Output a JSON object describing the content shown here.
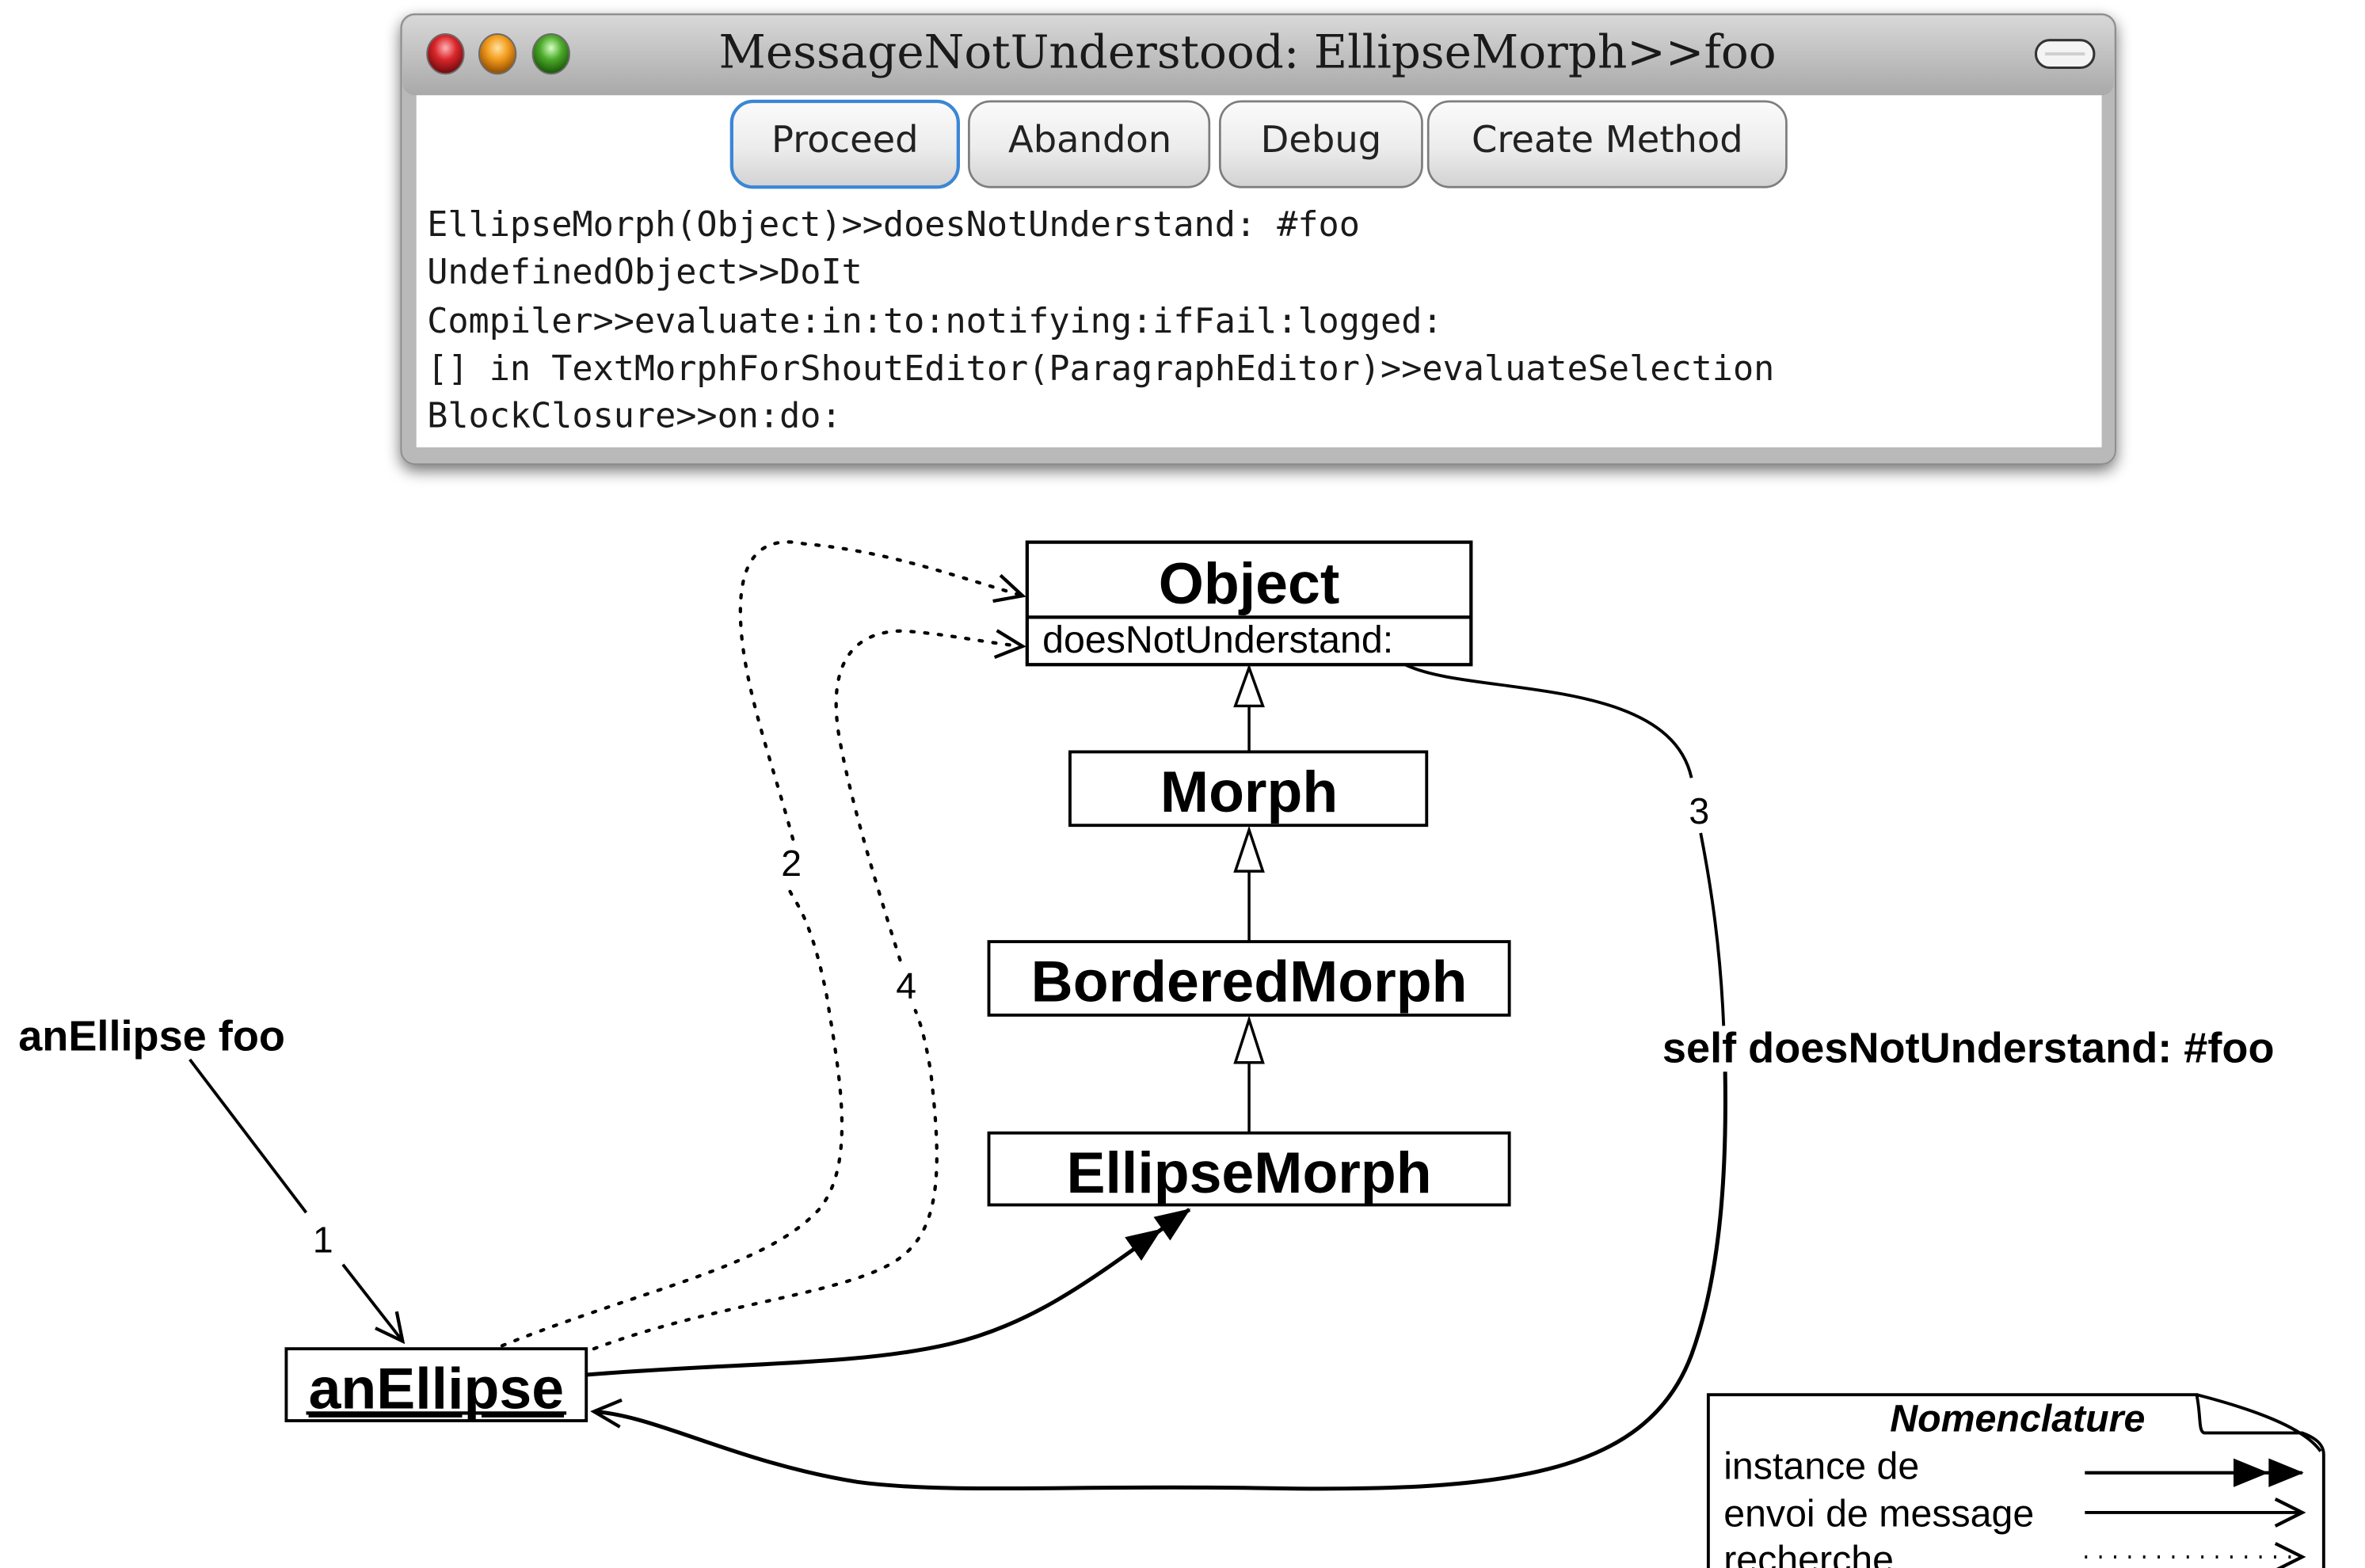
{
  "window": {
    "title": "MessageNotUnderstood: EllipseMorph>>foo",
    "traffic_lights": [
      "#d9262b",
      "#f29a1c",
      "#4caa2a"
    ],
    "buttons": [
      {
        "label": "Proceed",
        "default": true
      },
      {
        "label": "Abandon"
      },
      {
        "label": "Debug"
      },
      {
        "label": "Create Method"
      }
    ],
    "stack": [
      "EllipseMorph(Object)>>doesNotUnderstand: #foo",
      "UndefinedObject>>DoIt",
      "Compiler>>evaluate:in:to:notifying:ifFail:logged:",
      "[] in TextMorphForShoutEditor(ParagraphEditor)>>evaluateSelection",
      "BlockClosure>>on:do:"
    ],
    "default_button_color": "#3b86d6"
  },
  "diagram": {
    "classes": {
      "object": "Object",
      "object_method": "doesNotUnderstand:",
      "morph": "Morph",
      "bordered_morph": "BorderedMorph",
      "ellipse_morph": "EllipseMorph"
    },
    "instance": "anEllipse",
    "message_send": "anEllipse foo",
    "dnu_send": "self doesNotUnderstand: #foo",
    "step_labels": [
      "1",
      "2",
      "3",
      "4"
    ]
  },
  "legend": {
    "title": "Nomenclature",
    "items": [
      {
        "label": "instance de",
        "style": "instance-of"
      },
      {
        "label": "envoi de message",
        "style": "message-send"
      },
      {
        "label": "recherche",
        "style": "lookup"
      }
    ]
  }
}
